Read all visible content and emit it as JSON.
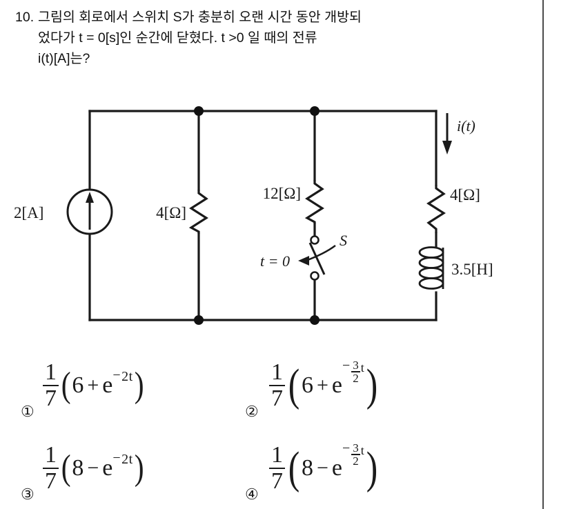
{
  "question": {
    "number": "10.",
    "line1": "그림의 회로에서 스위치 S가 충분히 오랜 시간 동안 개방되",
    "line2": "었다가 t = 0[s]인 순간에 닫혔다. t >0 일 때의 전류",
    "line3": "i(t)[A]는?"
  },
  "circuit": {
    "source_label": "2[A]",
    "source_type": "current-source-arrow-up",
    "r_left_label": "4[Ω]",
    "r_mid_label": "12[Ω]",
    "r_right_label": "4[Ω]",
    "inductor_label": "3.5[H]",
    "switch_label": "S",
    "switch_time_label": "t = 0",
    "current_label": "i(t)",
    "current_direction": "down",
    "node_count": 4
  },
  "options": [
    {
      "mark": "①",
      "coef_num": "1",
      "coef_den": "7",
      "open_paren": "(",
      "first_term": "6",
      "operator": "+",
      "base": "e",
      "exp_sign": "−",
      "exp_value": "2t",
      "exp_type": "simple",
      "close_paren": ")",
      "text": "1/7(6 + e^(-2t))"
    },
    {
      "mark": "②",
      "coef_num": "1",
      "coef_den": "7",
      "open_paren": "(",
      "first_term": "6",
      "operator": "+",
      "base": "e",
      "exp_sign": "−",
      "exp_num": "3",
      "exp_den": "2",
      "exp_var": "t",
      "exp_type": "fraction",
      "close_paren": ")",
      "text": "1/7(6 + e^(-3/2 t))"
    },
    {
      "mark": "③",
      "coef_num": "1",
      "coef_den": "7",
      "open_paren": "(",
      "first_term": "8",
      "operator": "−",
      "base": "e",
      "exp_sign": "−",
      "exp_value": "2t",
      "exp_type": "simple",
      "close_paren": ")",
      "text": "1/7(8 − e^(-2t))"
    },
    {
      "mark": "④",
      "coef_num": "1",
      "coef_den": "7",
      "open_paren": "(",
      "first_term": "8",
      "operator": "−",
      "base": "e",
      "exp_sign": "−",
      "exp_num": "3",
      "exp_den": "2",
      "exp_var": "t",
      "exp_type": "fraction",
      "close_paren": ")",
      "text": "1/7(8 − e^(-3/2 t))"
    }
  ],
  "colors": {
    "ink": "#1a1a1a",
    "paper": "#ffffff",
    "rule": "#4a4a4a"
  }
}
